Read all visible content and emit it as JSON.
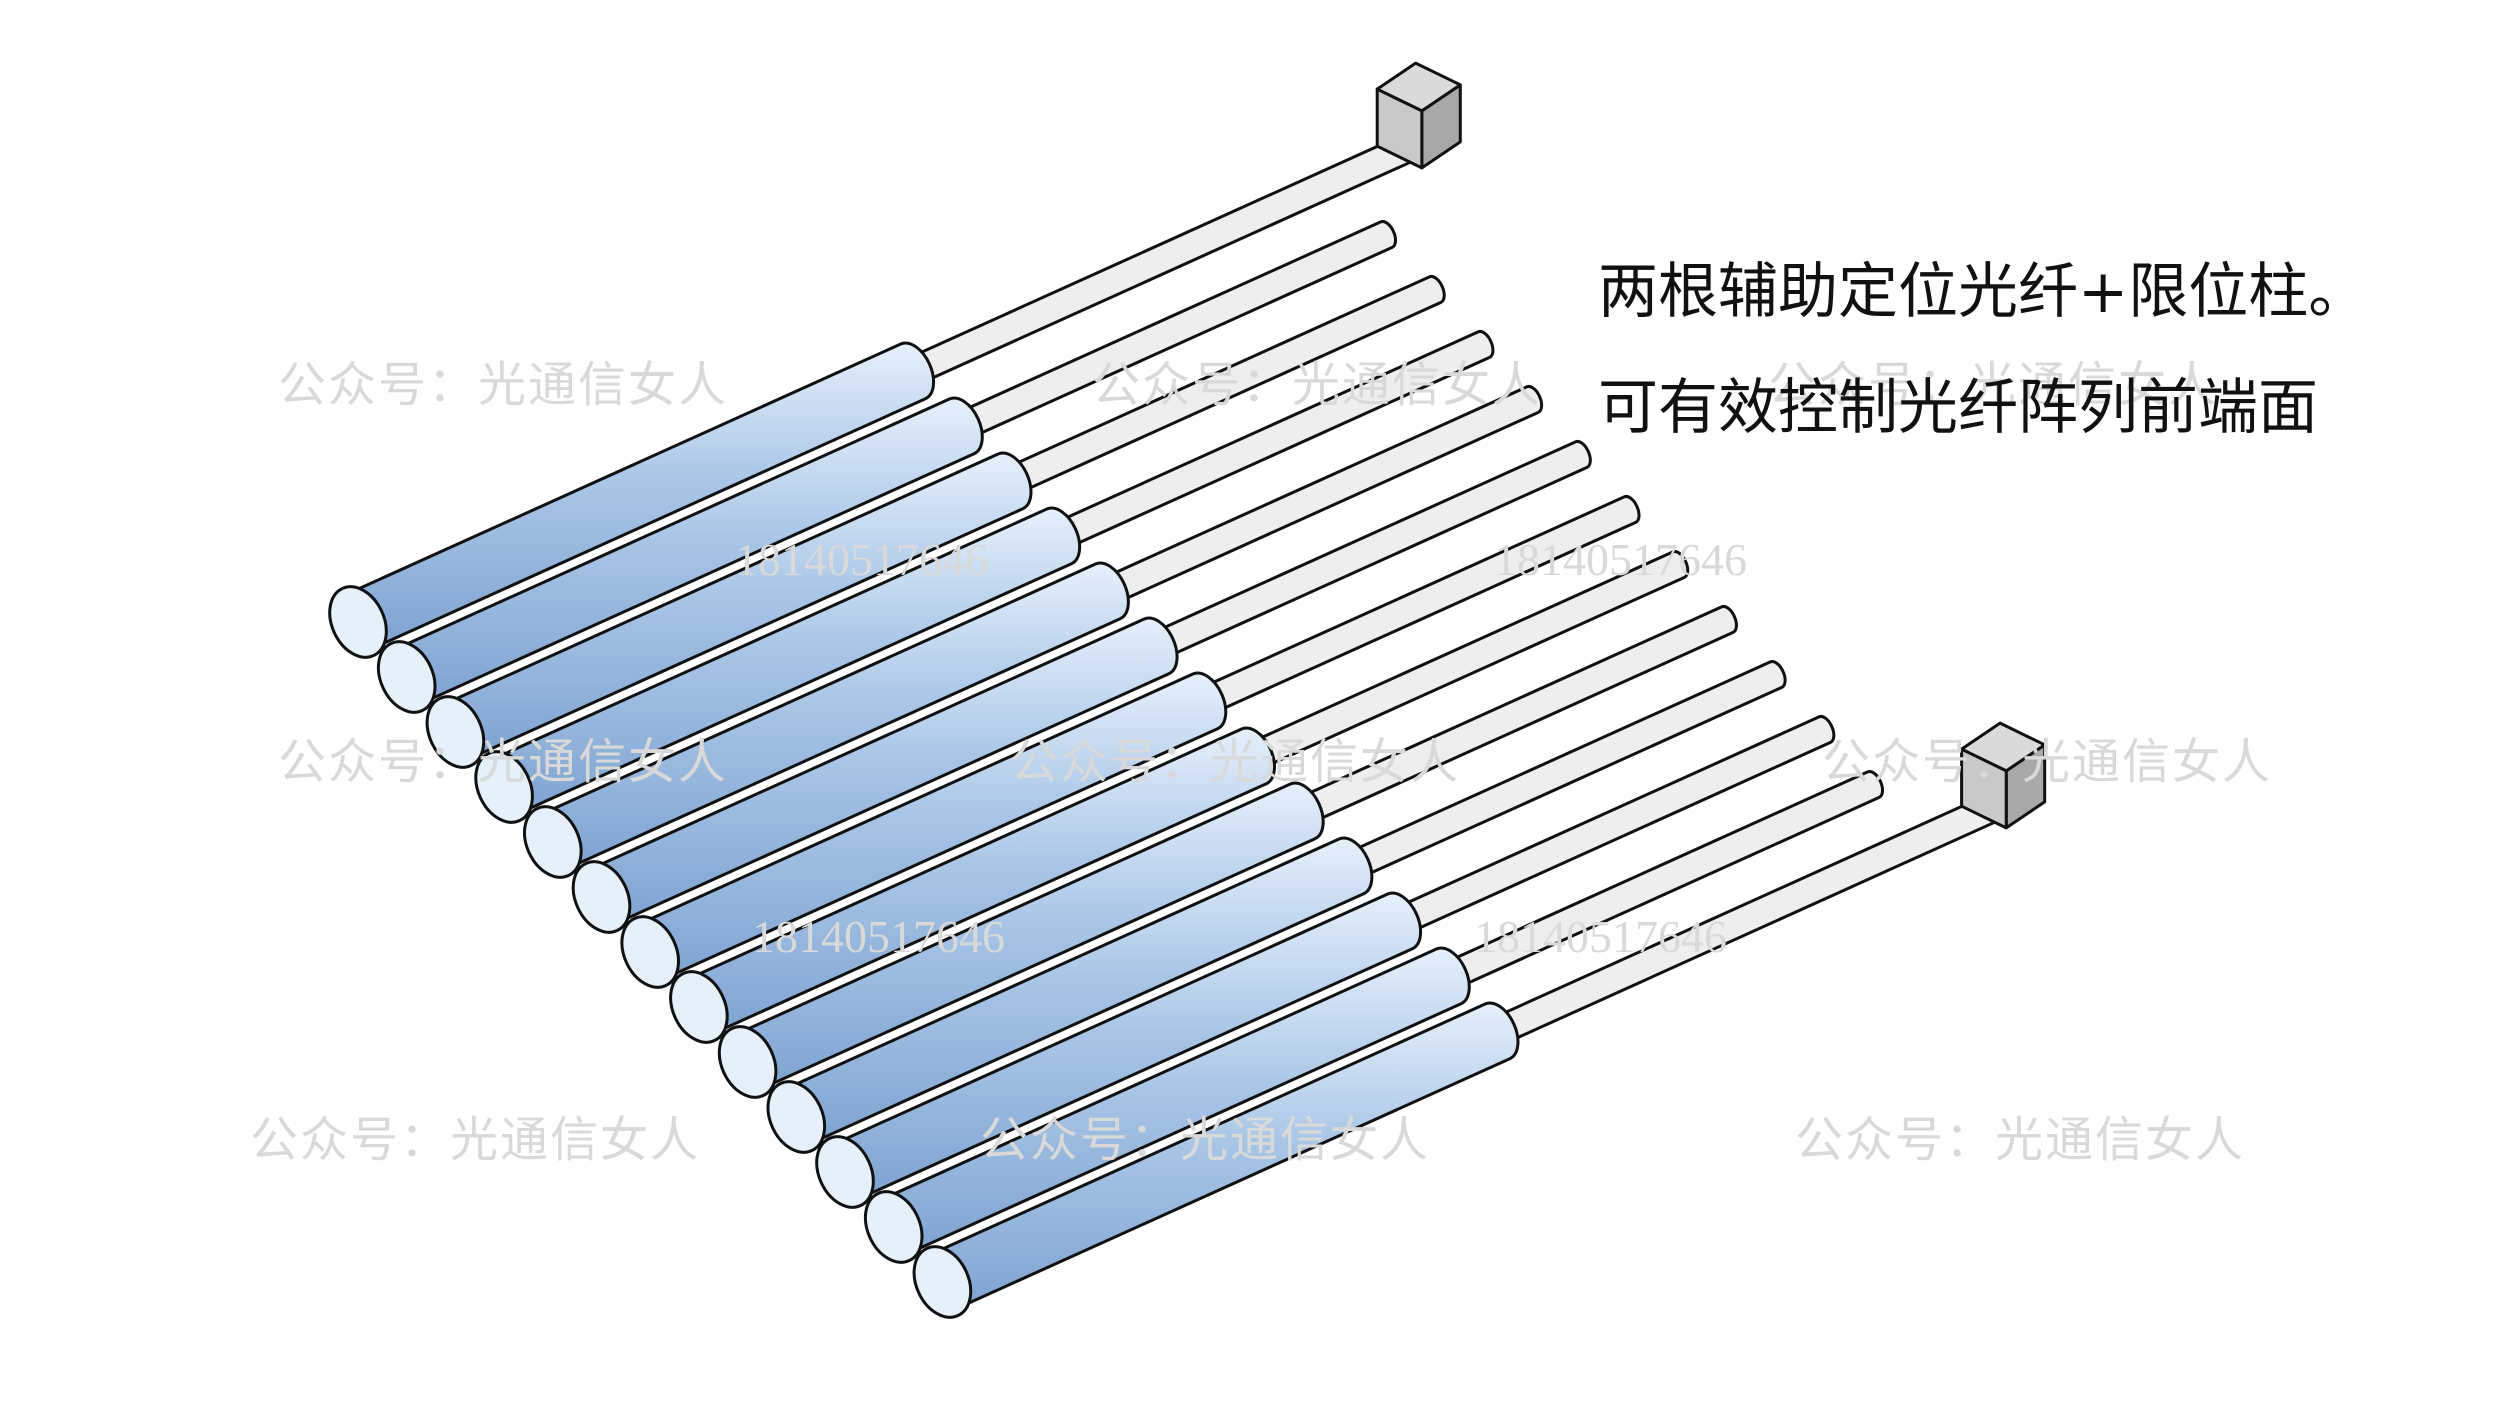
{
  "caption": {
    "line1": "两根辅助定位光纤+限位柱。",
    "line2": "可有效控制光纤阵列前端面"
  },
  "watermarks": {
    "brand": "公众号：光通信女人",
    "phone": "18140517646"
  },
  "diagram": {
    "fiber_count": 13,
    "guide_fiber_count": 2,
    "stop_post_count": 2,
    "colors": {
      "ferrule_light": "#e6f0fb",
      "ferrule_mid": "#a9c6e7",
      "ferrule_dark": "#7ea3d1",
      "fiber": "#eeeeee",
      "post_face": "#c9c9c9",
      "post_top": "#dadada",
      "post_side": "#a8a8a8",
      "outline": "#111111"
    }
  }
}
